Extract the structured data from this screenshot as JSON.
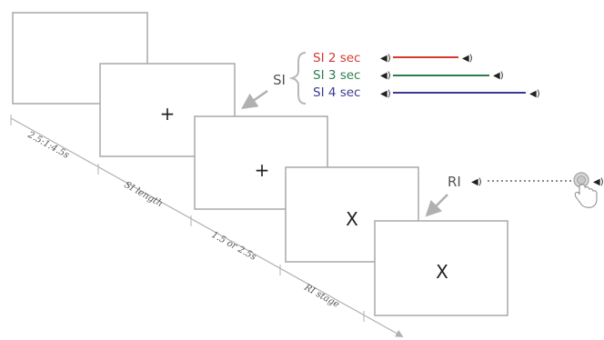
{
  "panels": [
    {
      "symbol": ""
    },
    {
      "symbol": "+"
    },
    {
      "symbol": "+"
    },
    {
      "symbol": "X"
    },
    {
      "symbol": "X"
    }
  ],
  "timeline": {
    "labels": [
      "2.5:1:4.5s",
      "SI length",
      "1.5 or 2.5s",
      "RI stage"
    ]
  },
  "si_callout": {
    "label": "SI",
    "rows": [
      {
        "label": "SI 2 sec",
        "color": "#d43a2f"
      },
      {
        "label": "SI 3 sec",
        "color": "#2e7d4f"
      },
      {
        "label": "SI 4 sec",
        "color": "#3b3b93"
      }
    ]
  },
  "ri_callout": {
    "label": "RI"
  },
  "icons": {
    "speaker": "speaker-icon",
    "hand": "pointing-hand-icon"
  },
  "colors": {
    "frame": "#a8a8a8",
    "arrow": "#b0b0b0"
  }
}
